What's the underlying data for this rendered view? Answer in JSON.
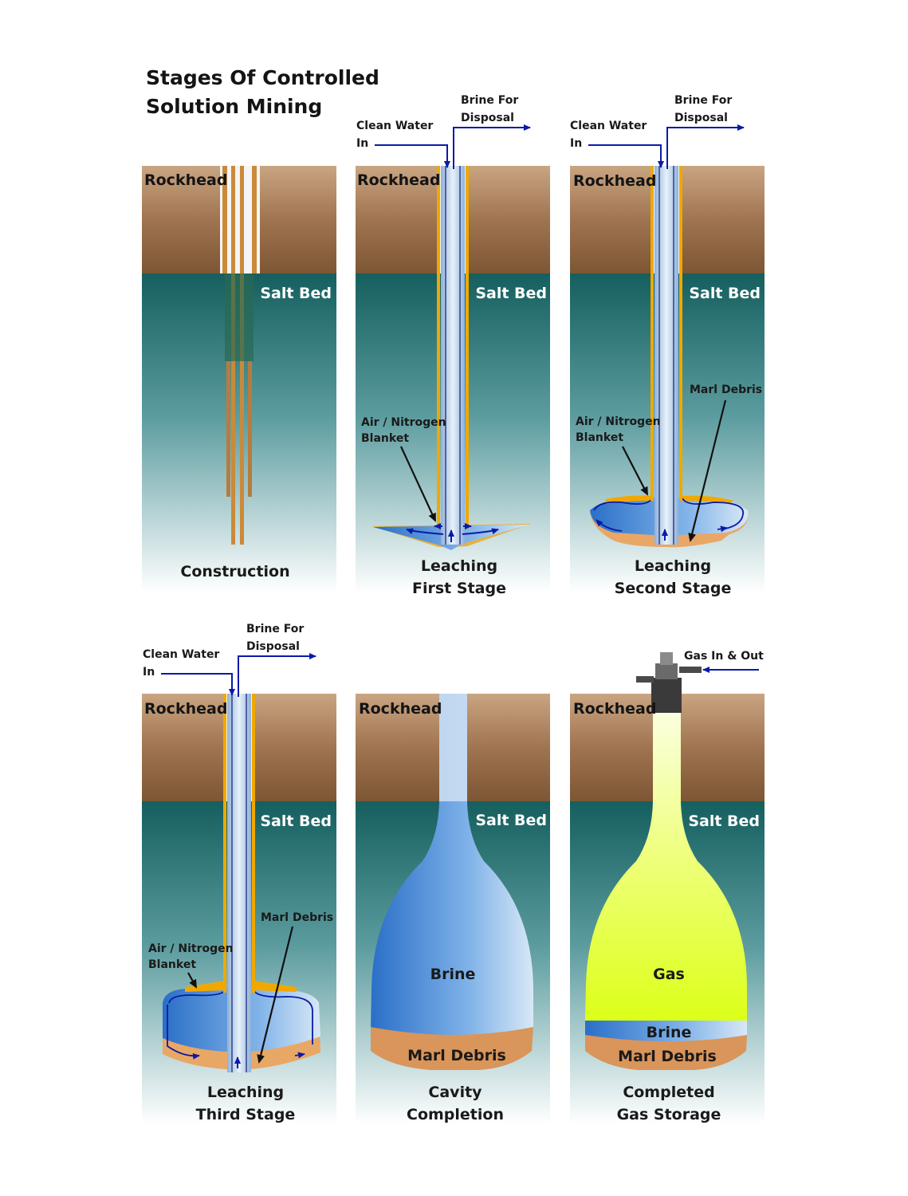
{
  "title": "Stages Of Controlled Solution Mining",
  "labels": {
    "rockhead": "Rockhead",
    "salt_bed": "Salt Bed",
    "clean_water_1": "Clean Water",
    "clean_water_2": "In",
    "brine_for_1": "Brine For",
    "brine_for_2": "Disposal",
    "air_nitrogen_1": "Air / Nitrogen",
    "air_nitrogen_2": "Blanket",
    "marl_debris": "Marl Debris",
    "brine": "Brine",
    "gas": "Gas",
    "gas_in_out": "Gas In & Out"
  },
  "panels": [
    {
      "id": "construction",
      "caption": [
        "Construction"
      ]
    },
    {
      "id": "leaching-first",
      "caption": [
        "Leaching",
        "First Stage"
      ]
    },
    {
      "id": "leaching-second",
      "caption": [
        "Leaching",
        "Second Stage"
      ]
    },
    {
      "id": "leaching-third",
      "caption": [
        "Leaching",
        "Third Stage"
      ]
    },
    {
      "id": "cavity-completion",
      "caption": [
        "Cavity",
        "Completion"
      ]
    },
    {
      "id": "gas-storage",
      "caption": [
        "Completed",
        "Gas Storage"
      ]
    }
  ],
  "colors": {
    "rock": "#a07450",
    "salt": "#1e6b6a",
    "brine": "#4a8fd6",
    "gas": "#e6ff2a",
    "marl": "#d9955a",
    "flow": "#0a1aa8",
    "casing": "#f0a800"
  }
}
